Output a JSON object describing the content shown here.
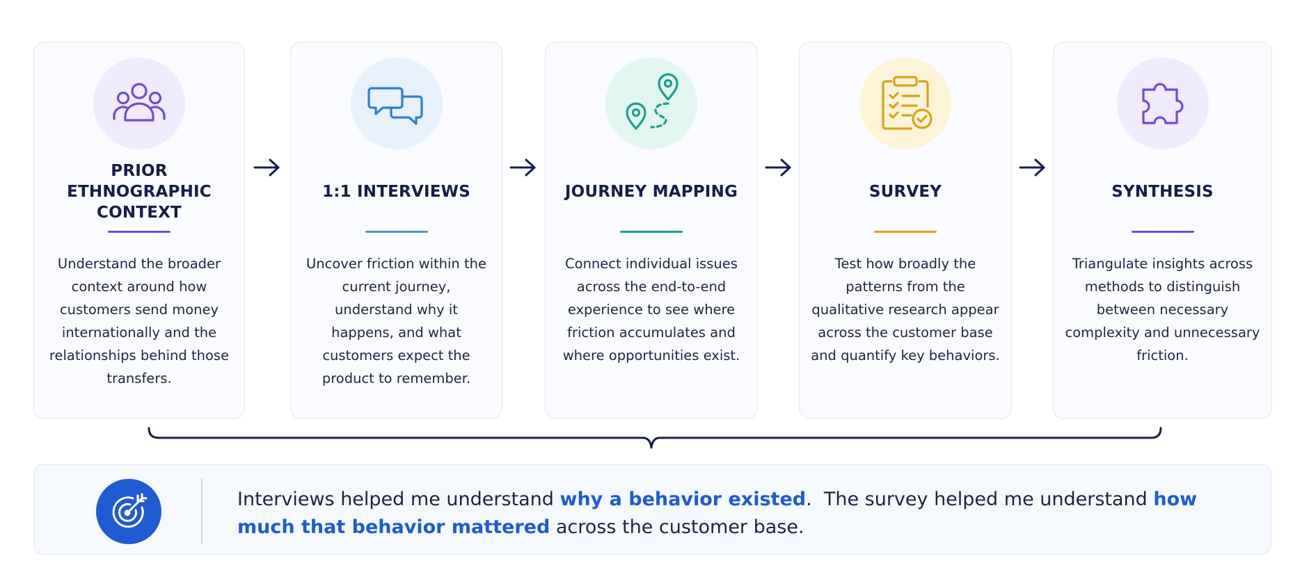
{
  "colors": {
    "purple": "#6b4fcf",
    "blue": "#4a8fdc",
    "teal": "#1b9f90",
    "gold": "#d9a31a",
    "navy": "#151d48",
    "accent_blue": "#1f5bd1"
  },
  "steps": [
    {
      "icon": "people-group-icon",
      "title": "PRIOR ETHNOGRAPHIC CONTEXT",
      "description": "Understand the broader context around how customers send money internationally and the relationships behind those transfers."
    },
    {
      "icon": "chat-bubbles-icon",
      "title": "1:1 INTERVIEWS",
      "description": "Uncover friction within the current journey, understand why it happens, and what customers expect the product to remember."
    },
    {
      "icon": "map-route-pins-icon",
      "title": "JOURNEY MAPPING",
      "description": "Connect individual issues across the end-to-end experience to see where friction accumulates and where opportunities exist."
    },
    {
      "icon": "clipboard-checklist-icon",
      "title": "SURVEY",
      "description": "Test how broadly the patterns from the qualitative research appear across the customer base and quantify key behaviors."
    },
    {
      "icon": "puzzle-piece-icon",
      "title": "SYNTHESIS",
      "description": "Triangulate insights across methods to distinguish between necessary complexity and unnecessary friction."
    }
  ],
  "summary": {
    "icon": "target-arrow-icon",
    "part1": "Interviews helped me understand ",
    "highlight1": "why a behavior existed",
    "part2": ".  The survey helped me understand ",
    "highlight2": "how much that behavior mattered",
    "part3": " across the customer base."
  }
}
